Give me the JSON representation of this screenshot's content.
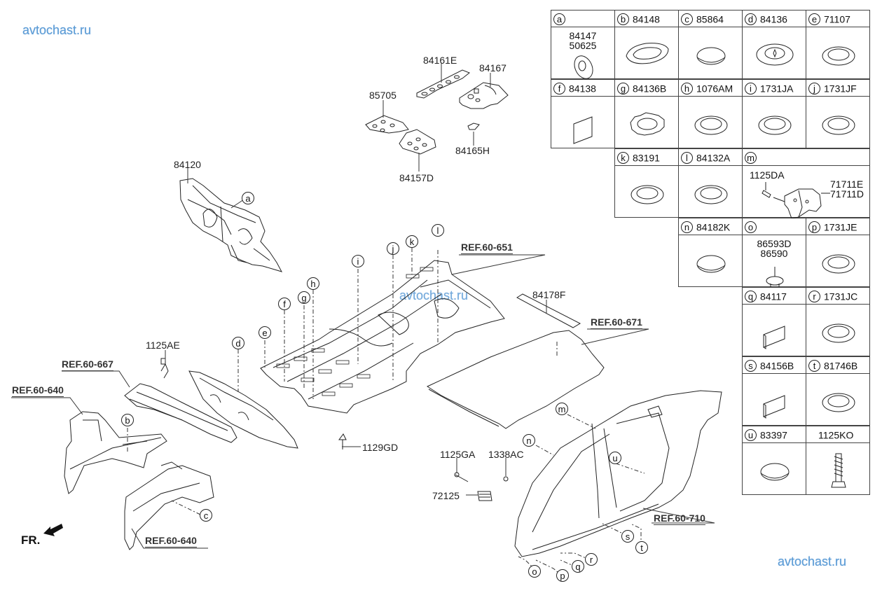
{
  "watermarks": {
    "top_left": "avtochast.ru",
    "center": "avtochast.ru",
    "bottom_right": "avtochast.ru"
  },
  "direction_label": "FR.",
  "part_labels": {
    "p84120": "84120",
    "p84161E": "84161E",
    "p84167": "84167",
    "p85705": "85705",
    "p84165H": "84165H",
    "p84157D": "84157D",
    "p1125AE": "1125AE",
    "p1129GD": "1129GD",
    "p84178F": "84178F",
    "p1125GA": "1125GA",
    "p1338AC": "1338AC",
    "p72125": "72125"
  },
  "references": {
    "ref_651": "REF.60-651",
    "ref_671": "REF.60-671",
    "ref_667": "REF.60-667",
    "ref_640_top": "REF.60-640",
    "ref_640_bottom": "REF.60-640",
    "ref_710": "REF.60-710"
  },
  "callouts": [
    "a",
    "b",
    "c",
    "d",
    "e",
    "f",
    "g",
    "h",
    "i",
    "j",
    "k",
    "l",
    "m",
    "n",
    "o",
    "p",
    "q",
    "r",
    "s",
    "t",
    "u"
  ],
  "legend": [
    {
      "key": "a",
      "part": "",
      "sub": [
        "84147",
        "50625"
      ],
      "icon": "grommet-cap-icon"
    },
    {
      "key": "b",
      "part": "84148",
      "icon": "oval-plug-icon"
    },
    {
      "key": "c",
      "part": "85864",
      "icon": "round-pad-icon"
    },
    {
      "key": "d",
      "part": "84136",
      "icon": "star-plug-icon"
    },
    {
      "key": "e",
      "part": "71107",
      "icon": "ring-plug-icon"
    },
    {
      "key": "f",
      "part": "84138",
      "icon": "square-pad-icon"
    },
    {
      "key": "g",
      "part": "84136B",
      "icon": "toothed-plug-icon"
    },
    {
      "key": "h",
      "part": "1076AM",
      "icon": "ring-plug-icon"
    },
    {
      "key": "i",
      "part": "1731JA",
      "icon": "ring-plug-icon"
    },
    {
      "key": "j",
      "part": "1731JF",
      "icon": "ring-plug-icon"
    },
    {
      "key": "k",
      "part": "83191",
      "icon": "ring-plug-icon"
    },
    {
      "key": "l",
      "part": "84132A",
      "icon": "ring-plug-icon"
    },
    {
      "key": "m",
      "part": "",
      "sub_left": "1125DA",
      "sub_right": [
        "71711E",
        "71711D"
      ],
      "icon": "bracket-bolt-icon"
    },
    {
      "key": "n",
      "part": "84182K",
      "icon": "round-pad-icon"
    },
    {
      "key": "o",
      "part": "",
      "sub": [
        "86593D",
        "86590"
      ],
      "icon": "clip-icon"
    },
    {
      "key": "p",
      "part": "1731JE",
      "icon": "ring-plug-icon"
    },
    {
      "key": "q",
      "part": "84117",
      "icon": "block-pad-icon"
    },
    {
      "key": "r",
      "part": "1731JC",
      "icon": "ring-plug-icon"
    },
    {
      "key": "s",
      "part": "84156B",
      "icon": "block-pad-icon"
    },
    {
      "key": "t",
      "part": "81746B",
      "icon": "ring-plug-icon"
    },
    {
      "key": "u",
      "part": "83397",
      "icon": "round-pad-icon"
    },
    {
      "key": "",
      "part": "1125KO",
      "icon": "bolt-icon"
    }
  ]
}
